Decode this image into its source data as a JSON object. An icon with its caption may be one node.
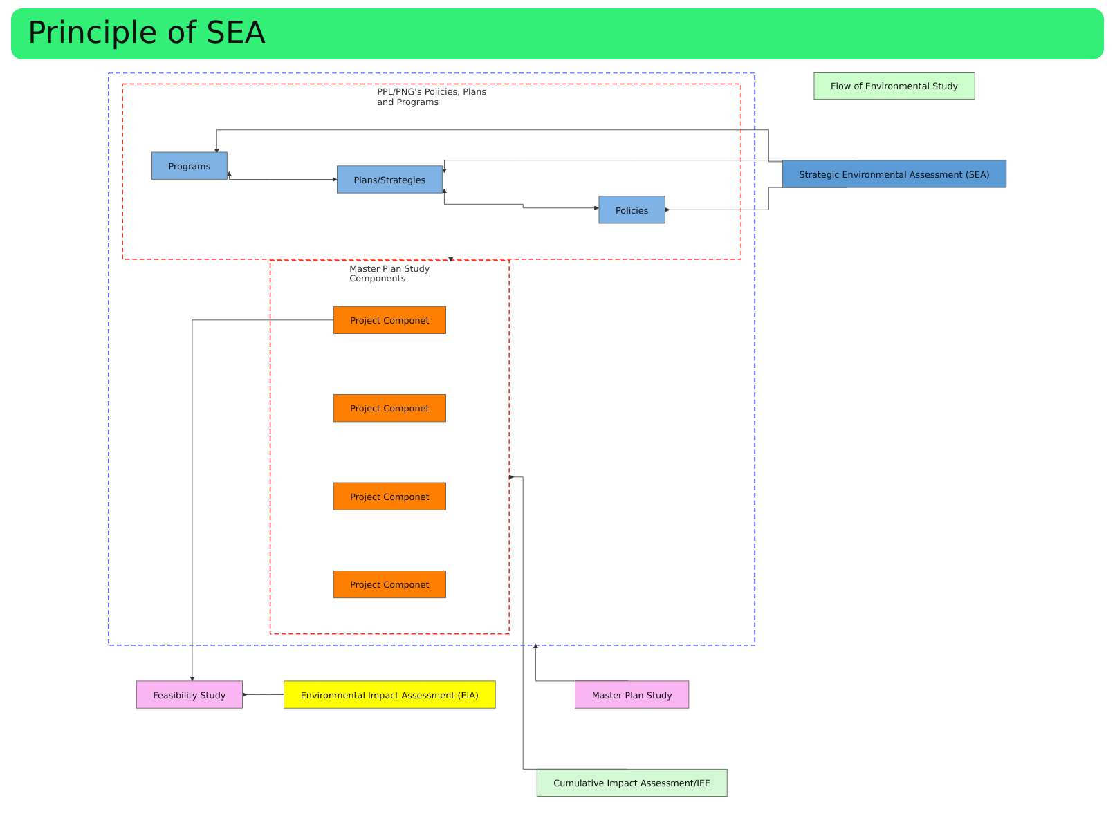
{
  "diagram": {
    "title": "Principle of SEA",
    "nodes": [
      {
        "text": [
          "Flow of Environmental Study"
        ]
      },
      {
        "text": [],
        "shape": "box"
      },
      {
        "text": [
          "PPL/PNG's Policies, Plans and Programs"
        ],
        "in": 1
      },
      {
        "text": [
          "Policies"
        ],
        "in": 2
      },
      {
        "text": [
          "Plans/Strategies"
        ],
        "in": 2
      },
      {
        "text": [
          "Programs"
        ],
        "in": 2
      },
      {
        "text": [
          "Master Plan Study Components"
        ],
        "in": 1
      },
      {
        "text": [
          "Project Componet"
        ],
        "in": 6
      },
      {
        "text": [
          "Project Componet"
        ],
        "in": 6
      },
      {
        "text": [
          "Project Componet"
        ],
        "in": 6
      },
      {
        "text": [
          "Project Componet"
        ],
        "in": 6
      },
      {
        "text": [
          "Master Plan Study"
        ]
      },
      {
        "text": [
          "Strategic Environmental Assessment (SEA)"
        ]
      },
      {
        "text": [
          "Cumulative Impact Assessment/IEE"
        ]
      },
      {
        "text": [
          "Feasibility Study"
        ]
      },
      {
        "text": [
          "Environmental Impact Assessment (EIA)"
        ]
      }
    ],
    "edges": [
      {
        "from": 11,
        "to": 1,
        "arrow": "to"
      },
      {
        "from": 12,
        "to": 3,
        "arrow": "to"
      },
      {
        "from": 12,
        "to": 4,
        "arrow": "to"
      },
      {
        "from": 12,
        "to": 5,
        "arrow": "to"
      },
      {
        "from": 3,
        "to": 4,
        "arrow": "both"
      },
      {
        "from": 4,
        "to": 5,
        "arrow": "both"
      },
      {
        "from": 2,
        "to": 6,
        "arrow": "to"
      },
      {
        "from": 13,
        "to": 6,
        "arrow": "to"
      },
      {
        "from": 7,
        "to": 14,
        "arrow": "to"
      },
      {
        "from": 15,
        "to": 14,
        "arrow": "to"
      }
    ]
  }
}
